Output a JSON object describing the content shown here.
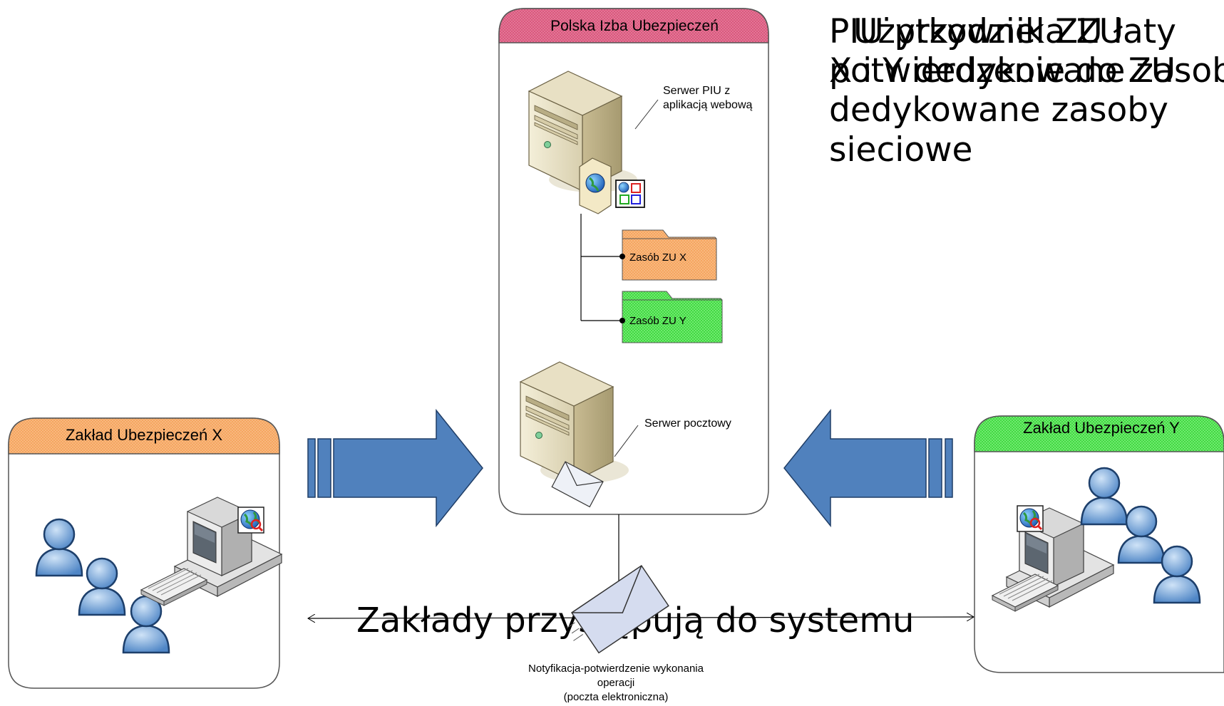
{
  "colors": {
    "piu_header": "#d9547a",
    "zu_x_header": "#f5a35c",
    "zu_y_header": "#3bd93b",
    "arrow_blue": "#5081bd",
    "folder_orange": "#f7a45a",
    "folder_green": "#3ee23e"
  },
  "piu_box": {
    "title": "Polska Izba Ubezpieczeń",
    "web_server_label_line1": "Serwer PIU z",
    "web_server_label_line2": "aplikacją webową",
    "resource_x": "Zasób ZU X",
    "resource_y": "Zasób ZU Y",
    "mail_server_label": "Serwer pocztowy"
  },
  "zu_x_box": {
    "title": "Zakład Ubezpieczeń X"
  },
  "zu_y_box": {
    "title": "Zakład Ubezpieczeń Y"
  },
  "overlay_text_top": {
    "line1_a": "PIU przydziela ZU",
    "line1_b": "Użytkownik ZU łaty",
    "line2_a": "X i Y dedykowane zasoby",
    "line2_b": "potwierdzenie do ZU",
    "line3": "dedykowane zasoby",
    "line4": "sieciowe"
  },
  "overlay_text_bottom": "Zakłady przystępują do systemu",
  "notification": {
    "line1": "Notyfikacja-potwierdzenie wykonania",
    "line2": "operacji",
    "line3": "(poczta elektroniczna)"
  },
  "icons": {
    "web_server": "server-tower-icon",
    "mail_server": "server-tower-icon",
    "globe": "globe-icon",
    "app": "application-window-icon",
    "folder": "folder-icon",
    "envelope": "envelope-icon",
    "computer": "desktop-computer-icon",
    "user": "user-icon",
    "search_globe": "globe-search-icon"
  }
}
